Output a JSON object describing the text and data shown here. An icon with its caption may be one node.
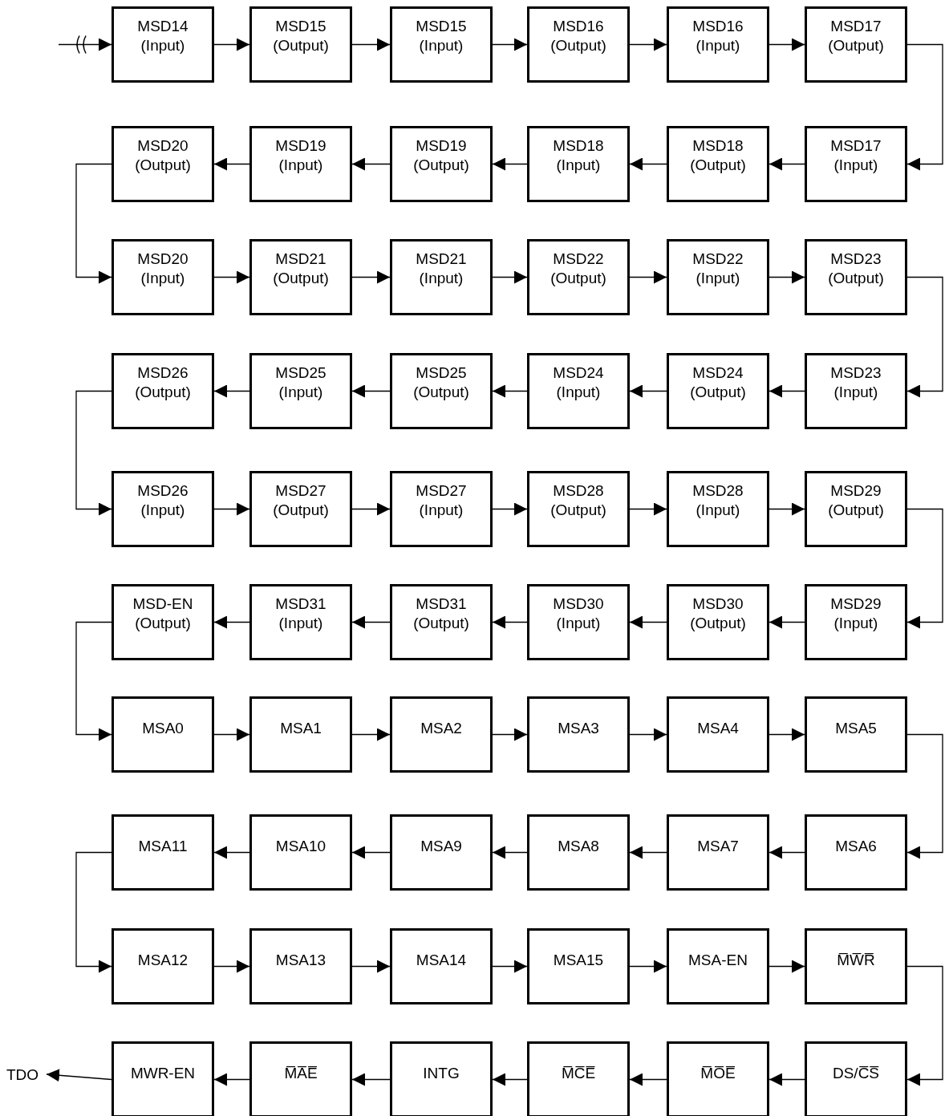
{
  "diagram": {
    "nodes": [
      {
        "text": [
          "MSD14",
          "(Input)"
        ]
      },
      {
        "text": [
          "MSD15",
          "(Output)"
        ]
      },
      {
        "text": [
          "MSD15",
          "(Input)"
        ]
      },
      {
        "text": [
          "MSD16",
          "(Output)"
        ]
      },
      {
        "text": [
          "MSD16",
          "(Input)"
        ]
      },
      {
        "text": [
          "MSD17",
          "(Output)"
        ]
      },
      {
        "text": [
          "MSD20",
          "(Output)"
        ]
      },
      {
        "text": [
          "MSD19",
          "(Input)"
        ]
      },
      {
        "text": [
          "MSD19",
          "(Output)"
        ]
      },
      {
        "text": [
          "MSD18",
          "(Input)"
        ]
      },
      {
        "text": [
          "MSD18",
          "(Output)"
        ]
      },
      {
        "text": [
          "MSD17",
          "(Input)"
        ]
      },
      {
        "text": [
          "MSD20",
          "(Input)"
        ]
      },
      {
        "text": [
          "MSD21",
          "(Output)"
        ]
      },
      {
        "text": [
          "MSD21",
          "(Input)"
        ]
      },
      {
        "text": [
          "MSD22",
          "(Output)"
        ]
      },
      {
        "text": [
          "MSD22",
          "(Input)"
        ]
      },
      {
        "text": [
          "MSD23",
          "(Output)"
        ]
      },
      {
        "text": [
          "MSD26",
          "(Output)"
        ]
      },
      {
        "text": [
          "MSD25",
          "(Input)"
        ]
      },
      {
        "text": [
          "MSD25",
          "(Output)"
        ]
      },
      {
        "text": [
          "MSD24",
          "(Input)"
        ]
      },
      {
        "text": [
          "MSD24",
          "(Output)"
        ]
      },
      {
        "text": [
          "MSD23",
          "(Input)"
        ]
      },
      {
        "text": [
          "MSD26",
          "(Input)"
        ]
      },
      {
        "text": [
          "MSD27",
          "(Output)"
        ]
      },
      {
        "text": [
          "MSD27",
          "(Input)"
        ]
      },
      {
        "text": [
          "MSD28",
          "(Output)"
        ]
      },
      {
        "text": [
          "MSD28",
          "(Input)"
        ]
      },
      {
        "text": [
          "MSD29",
          "(Output)"
        ]
      },
      {
        "text": [
          "MSD-EN",
          "(Output)"
        ]
      },
      {
        "text": [
          "MSD31",
          "(Input)"
        ]
      },
      {
        "text": [
          "MSD31",
          "(Output)"
        ]
      },
      {
        "text": [
          "MSD30",
          "(Input)"
        ]
      },
      {
        "text": [
          "MSD30",
          "(Output)"
        ]
      },
      {
        "text": [
          "MSD29",
          "(Input)"
        ]
      },
      {
        "text": [
          "MSA0"
        ]
      },
      {
        "text": [
          "MSA1"
        ]
      },
      {
        "text": [
          "MSA2"
        ]
      },
      {
        "text": [
          "MSA3"
        ]
      },
      {
        "text": [
          "MSA4"
        ]
      },
      {
        "text": [
          "MSA5"
        ]
      },
      {
        "text": [
          "MSA11"
        ]
      },
      {
        "text": [
          "MSA10"
        ]
      },
      {
        "text": [
          "MSA9"
        ]
      },
      {
        "text": [
          "MSA8"
        ]
      },
      {
        "text": [
          "MSA7"
        ]
      },
      {
        "text": [
          "MSA6"
        ]
      },
      {
        "text": [
          "MSA12"
        ]
      },
      {
        "text": [
          "MSA13"
        ]
      },
      {
        "text": [
          "MSA14"
        ]
      },
      {
        "text": [
          "MSA15"
        ]
      },
      {
        "text": [
          "MSA-EN"
        ]
      },
      {
        "text": [
          "M̅W̅R̅"
        ]
      },
      {
        "text": [
          "MWR-EN"
        ]
      },
      {
        "text": [
          "M̅A̅E̅"
        ]
      },
      {
        "text": [
          "INTG"
        ]
      },
      {
        "text": [
          "M̅C̅E̅"
        ]
      },
      {
        "text": [
          "M̅O̅E̅"
        ]
      },
      {
        "text": [
          "DS/C̅S̅"
        ]
      },
      {
        "text": [
          "TDO"
        ]
      }
    ],
    "edges": [
      {
        "from": null,
        "to": 0,
        "arrow": "to"
      },
      {
        "from": 0,
        "to": 1,
        "arrow": "to"
      },
      {
        "from": 1,
        "to": 2,
        "arrow": "to"
      },
      {
        "from": 2,
        "to": 3,
        "arrow": "to"
      },
      {
        "from": 3,
        "to": 4,
        "arrow": "to"
      },
      {
        "from": 4,
        "to": 5,
        "arrow": "to"
      },
      {
        "from": 5,
        "to": 11,
        "arrow": "to"
      },
      {
        "from": 11,
        "to": 10,
        "arrow": "to"
      },
      {
        "from": 10,
        "to": 9,
        "arrow": "to"
      },
      {
        "from": 9,
        "to": 8,
        "arrow": "to"
      },
      {
        "from": 8,
        "to": 7,
        "arrow": "to"
      },
      {
        "from": 7,
        "to": 6,
        "arrow": "to"
      },
      {
        "from": 6,
        "to": 12,
        "arrow": "to"
      },
      {
        "from": 12,
        "to": 13,
        "arrow": "to"
      },
      {
        "from": 13,
        "to": 14,
        "arrow": "to"
      },
      {
        "from": 14,
        "to": 15,
        "arrow": "to"
      },
      {
        "from": 15,
        "to": 16,
        "arrow": "to"
      },
      {
        "from": 16,
        "to": 17,
        "arrow": "to"
      },
      {
        "from": 17,
        "to": 23,
        "arrow": "to"
      },
      {
        "from": 23,
        "to": 22,
        "arrow": "to"
      },
      {
        "from": 22,
        "to": 21,
        "arrow": "to"
      },
      {
        "from": 21,
        "to": 20,
        "arrow": "to"
      },
      {
        "from": 20,
        "to": 19,
        "arrow": "to"
      },
      {
        "from": 19,
        "to": 18,
        "arrow": "to"
      },
      {
        "from": 18,
        "to": 24,
        "arrow": "to"
      },
      {
        "from": 24,
        "to": 25,
        "arrow": "to"
      },
      {
        "from": 25,
        "to": 26,
        "arrow": "to"
      },
      {
        "from": 26,
        "to": 27,
        "arrow": "to"
      },
      {
        "from": 27,
        "to": 28,
        "arrow": "to"
      },
      {
        "from": 28,
        "to": 29,
        "arrow": "to"
      },
      {
        "from": 29,
        "to": 35,
        "arrow": "to"
      },
      {
        "from": 35,
        "to": 34,
        "arrow": "to"
      },
      {
        "from": 34,
        "to": 33,
        "arrow": "to"
      },
      {
        "from": 33,
        "to": 32,
        "arrow": "to"
      },
      {
        "from": 32,
        "to": 31,
        "arrow": "to"
      },
      {
        "from": 31,
        "to": 30,
        "arrow": "to"
      },
      {
        "from": 30,
        "to": 36,
        "arrow": "to"
      },
      {
        "from": 36,
        "to": 37,
        "arrow": "to"
      },
      {
        "from": 37,
        "to": 38,
        "arrow": "to"
      },
      {
        "from": 38,
        "to": 39,
        "arrow": "to"
      },
      {
        "from": 39,
        "to": 40,
        "arrow": "to"
      },
      {
        "from": 40,
        "to": 41,
        "arrow": "to"
      },
      {
        "from": 41,
        "to": 47,
        "arrow": "to"
      },
      {
        "from": 47,
        "to": 46,
        "arrow": "to"
      },
      {
        "from": 46,
        "to": 45,
        "arrow": "to"
      },
      {
        "from": 45,
        "to": 44,
        "arrow": "to"
      },
      {
        "from": 44,
        "to": 43,
        "arrow": "to"
      },
      {
        "from": 43,
        "to": 42,
        "arrow": "to"
      },
      {
        "from": 42,
        "to": 48,
        "arrow": "to"
      },
      {
        "from": 48,
        "to": 49,
        "arrow": "to"
      },
      {
        "from": 49,
        "to": 50,
        "arrow": "to"
      },
      {
        "from": 50,
        "to": 51,
        "arrow": "to"
      },
      {
        "from": 51,
        "to": 52,
        "arrow": "to"
      },
      {
        "from": 52,
        "to": 53,
        "arrow": "to"
      },
      {
        "from": 53,
        "to": 59,
        "arrow": "to"
      },
      {
        "from": 59,
        "to": 58,
        "arrow": "to"
      },
      {
        "from": 58,
        "to": 57,
        "arrow": "to"
      },
      {
        "from": 57,
        "to": 56,
        "arrow": "to"
      },
      {
        "from": 56,
        "to": 55,
        "arrow": "to"
      },
      {
        "from": 55,
        "to": 54,
        "arrow": "to"
      },
      {
        "from": 54,
        "to": 60,
        "arrow": "to"
      }
    ]
  }
}
